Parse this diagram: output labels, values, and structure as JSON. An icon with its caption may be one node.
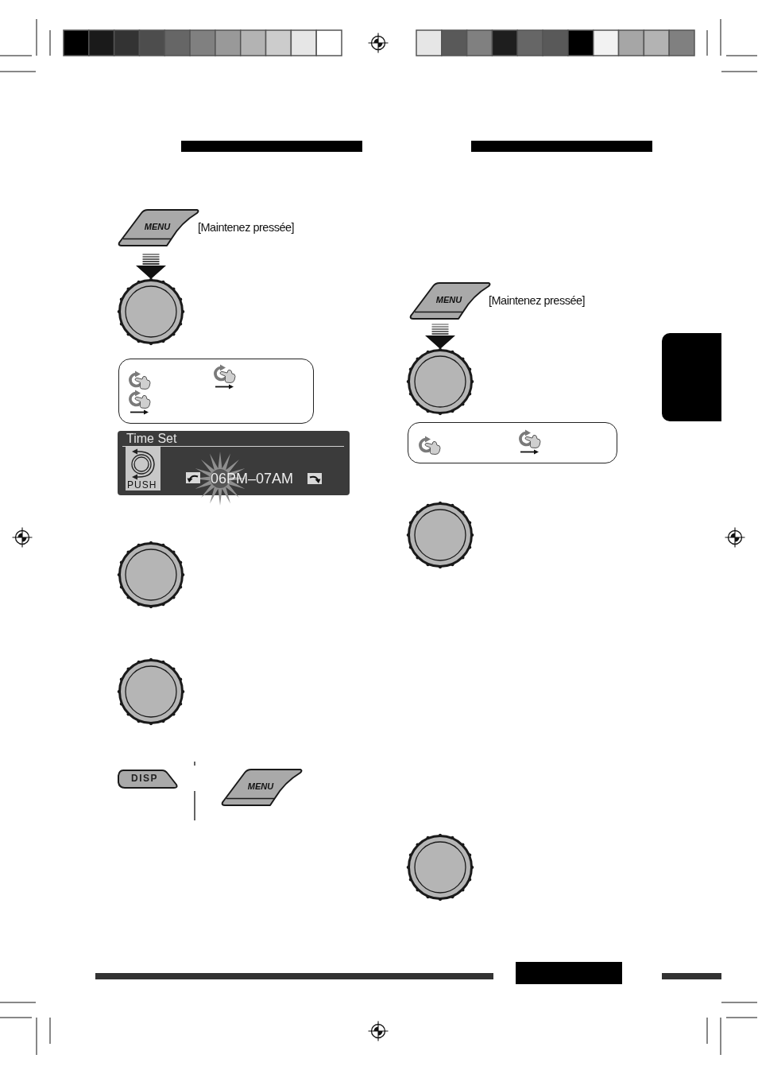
{
  "diagram": {
    "nodes": [
      {
        "text": [],
        "shape": "bar"
      },
      {
        "text": [
          "MENU"
        ],
        "beside": [
          "[Maintenez pressée]"
        ]
      },
      {
        "text": [],
        "shape": "circle"
      },
      {
        "text": [],
        "shape": "box"
      },
      {
        "text": [
          "Time Set",
          "06PM–07AM"
        ]
      },
      {
        "text": [
          "PUSH"
        ],
        "in": 4
      },
      {
        "text": [],
        "shape": "circle"
      },
      {
        "text": [],
        "shape": "circle"
      },
      {
        "text": [
          "DISP"
        ]
      },
      {
        "text": [
          "MENU"
        ]
      },
      {
        "text": [],
        "shape": "bar"
      },
      {
        "text": [
          "MENU"
        ],
        "beside": [
          "[Maintenez pressée]"
        ]
      },
      {
        "text": [],
        "shape": "circle"
      },
      {
        "text": [],
        "shape": "box"
      },
      {
        "text": [],
        "shape": "circle"
      },
      {
        "text": [],
        "shape": "circle"
      },
      {
        "text": [],
        "shape": "tab"
      }
    ],
    "edges": [
      {
        "from": 1,
        "to": 2,
        "arrow": "to"
      },
      {
        "from": 11,
        "to": 12,
        "arrow": "to"
      }
    ]
  }
}
